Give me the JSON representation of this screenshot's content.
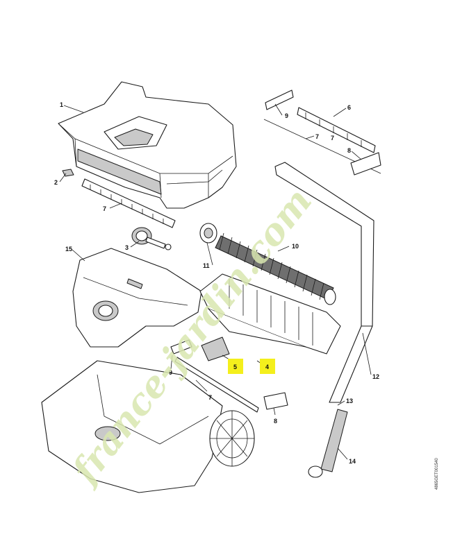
{
  "diagram": {
    "callouts": {
      "c1": "1",
      "c2": "2",
      "c3": "3",
      "c4": "4",
      "c5": "5",
      "c6": "6",
      "c7a": "7",
      "c7b": "7",
      "c7c": "7",
      "c7d": "7",
      "c8a": "8",
      "c8b": "8",
      "c9a": "9",
      "c9b": "9",
      "c10": "10",
      "c11": "11",
      "c12": "12",
      "c13": "13",
      "c14": "14",
      "c15": "15"
    },
    "highlighted_callouts": [
      "4",
      "5"
    ],
    "highlight_color": "#f4ef1c",
    "document_id": "4865GET001540",
    "watermark": {
      "text": "france-jardin.com",
      "colors": [
        "#d9e7b0",
        "#d9cdb8"
      ]
    }
  }
}
